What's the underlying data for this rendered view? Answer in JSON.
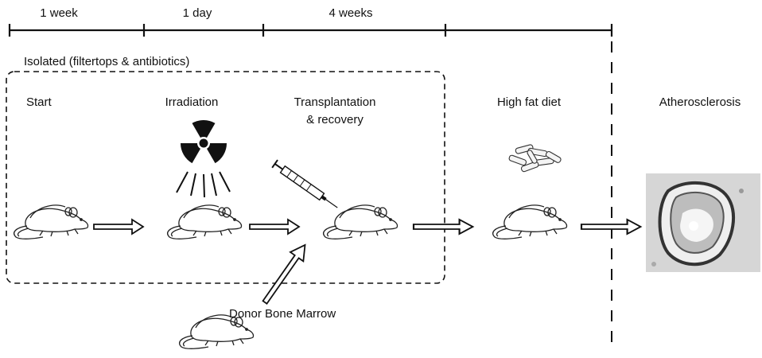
{
  "timeline": {
    "segments": [
      "1 week",
      "1 day",
      "4 weeks"
    ]
  },
  "isolation_label": "Isolated (filtertops & antibiotics)",
  "stages": {
    "start": "Start",
    "irradiation": "Irradiation",
    "transplantation_line1": "Transplantation",
    "transplantation_line2": "& recovery",
    "high_fat_diet": "High fat diet",
    "atherosclerosis": "Atherosclerosis"
  },
  "donor_label": "Donor Bone Marrow",
  "icons": [
    "radiation-icon",
    "syringe-icon",
    "food-pellets-icon",
    "mouse-icon",
    "artery-section-image"
  ]
}
